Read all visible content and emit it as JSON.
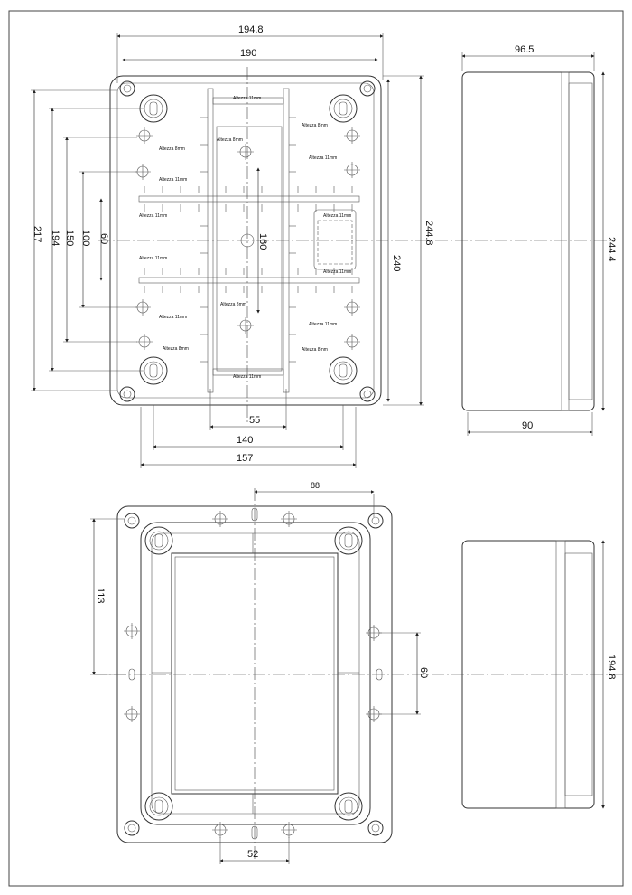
{
  "drawing": {
    "front_view": {
      "dimensions": {
        "overall_width": "194.8",
        "inner_width": "190",
        "height_244_8": "244.8",
        "height_240": "240",
        "left_217": "217",
        "left_194": "194",
        "left_150": "150",
        "left_100": "100",
        "left_60": "60",
        "center_160": "160",
        "bottom_55": "55",
        "bottom_140": "140",
        "bottom_157": "157"
      },
      "annotations": {
        "a1": "Altezza 11mm",
        "a2": "Altezza 8mm",
        "a3": "Altezza 8mm",
        "a4": "Altezza 8mm",
        "a5": "Altezza 11mm",
        "a6": "Altezza 11mm",
        "a7": "Altezza 11mm",
        "a8": "Altezza 11mm",
        "a9": "Altezza 11mm",
        "a10": "Altezza 11mm",
        "a11": "Altezza 8mm",
        "a12": "Altezza 11mm",
        "a13": "Altezza 11mm",
        "a14": "Altezza 8mm",
        "a15": "Altezza 8mm",
        "a16": "Altezza 11mm"
      }
    },
    "side_view_top": {
      "depth_96_5": "96.5",
      "depth_90": "90",
      "height_244_4": "244.4"
    },
    "rear_view": {
      "dim_88": "88",
      "dim_113": "113",
      "dim_60": "60",
      "dim_52": "52"
    },
    "side_view_bottom": {
      "height_194_8": "194.8"
    }
  }
}
